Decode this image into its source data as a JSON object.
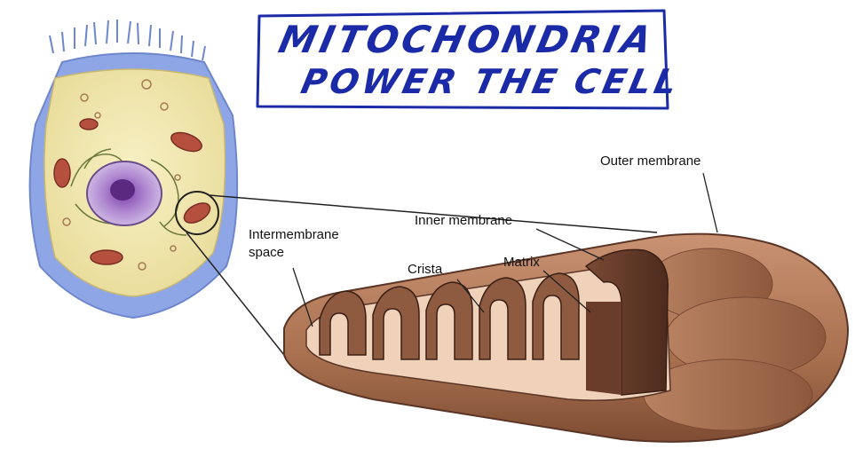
{
  "title": {
    "line1": "MITOCHONDRIA",
    "line2": "POWER THE CELL"
  },
  "labels": {
    "outer_membrane": "Outer membrane",
    "inner_membrane": "Inner membrane",
    "intermembrane_space_line1": "Intermembrane",
    "intermembrane_space_line2": "space",
    "crista": "Crista",
    "matrix": "Matrix"
  },
  "colors": {
    "ink_blue": "#1b2aa6",
    "cell_wall_blue": "#8fa6e6",
    "cytoplasm_yellow": "#f4ecb8",
    "nucleus_purple": "#9a6fc4",
    "mito_brown": "#b57c5a",
    "mito_dark": "#5a3526",
    "mito_light": "#e3b79a"
  }
}
